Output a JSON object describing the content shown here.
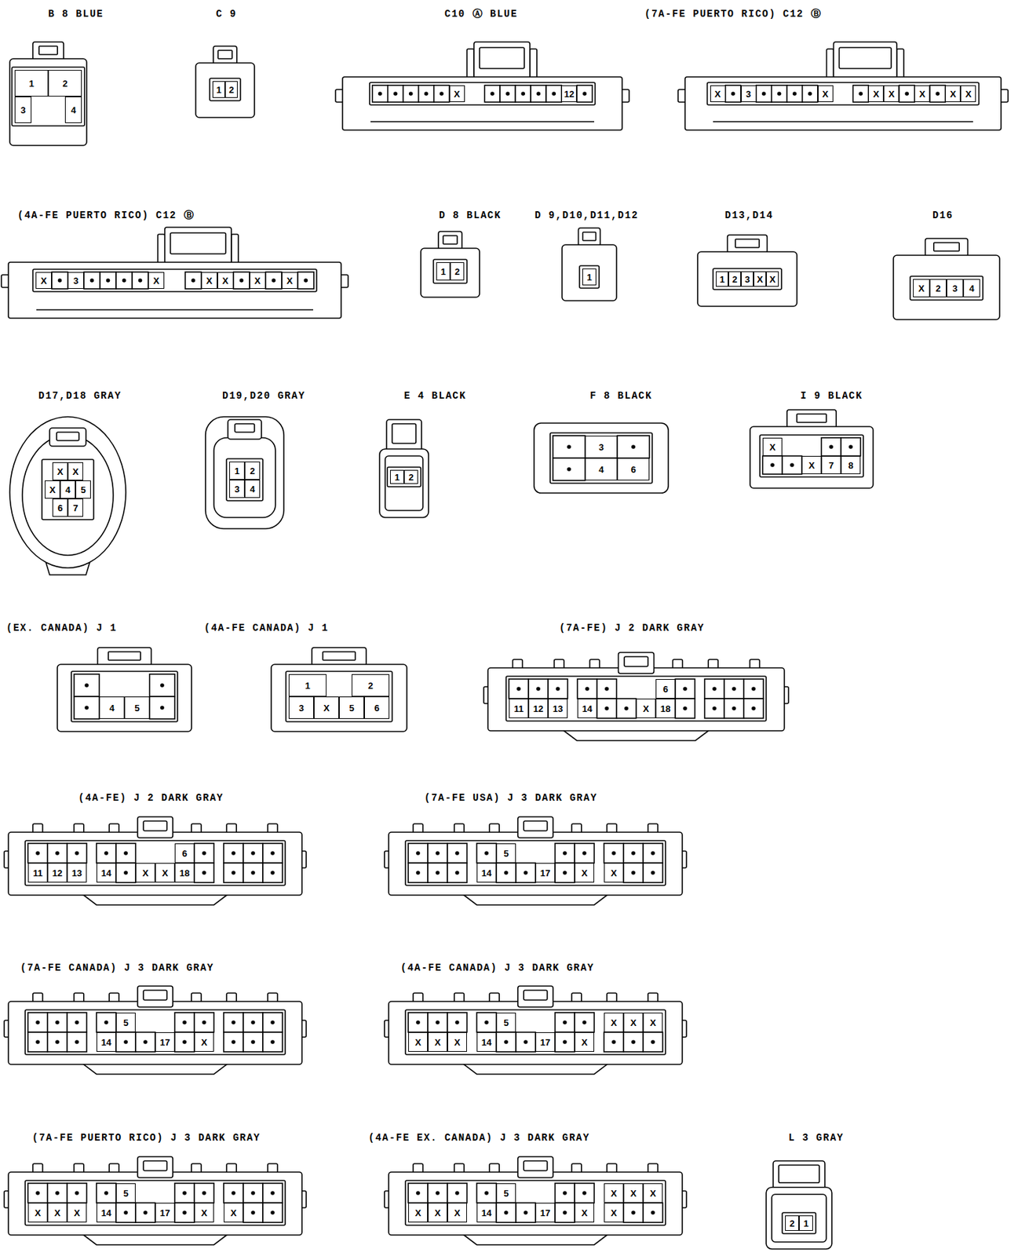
{
  "diagram": {
    "nodes": [
      {
        "text": [
          "B 8 BLUE"
        ]
      },
      {
        "text": [
          "1"
        ],
        "in": 0
      },
      {
        "text": [
          "2"
        ],
        "in": 0
      },
      {
        "text": [
          "3"
        ],
        "in": 0
      },
      {
        "text": [
          "4"
        ],
        "in": 0
      },
      {
        "text": [
          "C 9"
        ]
      },
      {
        "text": [
          "1"
        ],
        "in": 5
      },
      {
        "text": [
          "2"
        ],
        "in": 5
      },
      {
        "text": [
          "C10 Ⓐ BLUE"
        ]
      },
      {
        "text": [
          "X"
        ],
        "in": 8
      },
      {
        "text": [
          "12"
        ],
        "in": 8
      },
      {
        "text": [
          "(7A-FE PUERTO RICO) C12 Ⓑ"
        ]
      },
      {
        "text": [
          "X"
        ],
        "in": 11
      },
      {
        "text": [
          "3"
        ],
        "in": 11
      },
      {
        "text": [
          "X"
        ],
        "in": 11
      },
      {
        "text": [
          "X"
        ],
        "in": 11
      },
      {
        "text": [
          "X"
        ],
        "in": 11
      },
      {
        "text": [
          "X"
        ],
        "in": 11
      },
      {
        "text": [
          "X"
        ],
        "in": 11
      },
      {
        "text": [
          "X"
        ],
        "in": 11
      },
      {
        "text": [
          "(4A-FE PUERTO RICO) C12 Ⓑ"
        ]
      },
      {
        "text": [
          "X"
        ],
        "in": 20
      },
      {
        "text": [
          "3"
        ],
        "in": 20
      },
      {
        "text": [
          "X"
        ],
        "in": 20
      },
      {
        "text": [
          "X"
        ],
        "in": 20
      },
      {
        "text": [
          "X"
        ],
        "in": 20
      },
      {
        "text": [
          "X"
        ],
        "in": 20
      },
      {
        "text": [
          "X"
        ],
        "in": 20
      },
      {
        "text": [
          "D 8 BLACK"
        ]
      },
      {
        "text": [
          "1"
        ],
        "in": 28
      },
      {
        "text": [
          "2"
        ],
        "in": 28
      },
      {
        "text": [
          "D 9,D10,D11,D12"
        ]
      },
      {
        "text": [
          "1"
        ],
        "in": 31
      },
      {
        "text": [
          "D13,D14"
        ]
      },
      {
        "text": [
          "1"
        ],
        "in": 33
      },
      {
        "text": [
          "2"
        ],
        "in": 33
      },
      {
        "text": [
          "3"
        ],
        "in": 33
      },
      {
        "text": [
          "X"
        ],
        "in": 33
      },
      {
        "text": [
          "X"
        ],
        "in": 33
      },
      {
        "text": [
          "D16"
        ]
      },
      {
        "text": [
          "X"
        ],
        "in": 39
      },
      {
        "text": [
          "2"
        ],
        "in": 39
      },
      {
        "text": [
          "3"
        ],
        "in": 39
      },
      {
        "text": [
          "4"
        ],
        "in": 39
      },
      {
        "text": [
          "D17,D18 GRAY"
        ]
      },
      {
        "text": [
          "X"
        ],
        "in": 44
      },
      {
        "text": [
          "X"
        ],
        "in": 44
      },
      {
        "text": [
          "X"
        ],
        "in": 44
      },
      {
        "text": [
          "4"
        ],
        "in": 44
      },
      {
        "text": [
          "5"
        ],
        "in": 44
      },
      {
        "text": [
          "6"
        ],
        "in": 44
      },
      {
        "text": [
          "7"
        ],
        "in": 44
      },
      {
        "text": [
          "D19,D20 GRAY"
        ]
      },
      {
        "text": [
          "1"
        ],
        "in": 52
      },
      {
        "text": [
          "2"
        ],
        "in": 52
      },
      {
        "text": [
          "3"
        ],
        "in": 52
      },
      {
        "text": [
          "4"
        ],
        "in": 52
      },
      {
        "text": [
          "E 4 BLACK"
        ]
      },
      {
        "text": [
          "1"
        ],
        "in": 57
      },
      {
        "text": [
          "2"
        ],
        "in": 57
      },
      {
        "text": [
          "F 8 BLACK"
        ]
      },
      {
        "text": [
          "3"
        ],
        "in": 60
      },
      {
        "text": [
          "4"
        ],
        "in": 60
      },
      {
        "text": [
          "6"
        ],
        "in": 60
      },
      {
        "text": [
          "I 9 BLACK"
        ]
      },
      {
        "text": [
          "X"
        ],
        "in": 64
      },
      {
        "text": [
          "X"
        ],
        "in": 64
      },
      {
        "text": [
          "7"
        ],
        "in": 64
      },
      {
        "text": [
          "8"
        ],
        "in": 64
      },
      {
        "text": [
          "(EX. CANADA) J 1"
        ]
      },
      {
        "text": [
          "4"
        ],
        "in": 69
      },
      {
        "text": [
          "5"
        ],
        "in": 69
      },
      {
        "text": [
          "(4A-FE CANADA) J 1"
        ]
      },
      {
        "text": [
          "1"
        ],
        "in": 72
      },
      {
        "text": [
          "2"
        ],
        "in": 72
      },
      {
        "text": [
          "3"
        ],
        "in": 72
      },
      {
        "text": [
          "X"
        ],
        "in": 72
      },
      {
        "text": [
          "5"
        ],
        "in": 72
      },
      {
        "text": [
          "6"
        ],
        "in": 72
      },
      {
        "text": [
          "(7A-FE) J 2 DARK GRAY"
        ]
      },
      {
        "text": [
          "6"
        ],
        "in": 79
      },
      {
        "text": [
          "11"
        ],
        "in": 79
      },
      {
        "text": [
          "12"
        ],
        "in": 79
      },
      {
        "text": [
          "13"
        ],
        "in": 79
      },
      {
        "text": [
          "14"
        ],
        "in": 79
      },
      {
        "text": [
          "X"
        ],
        "in": 79
      },
      {
        "text": [
          "18"
        ],
        "in": 79
      },
      {
        "text": [
          "(4A-FE) J 2 DARK GRAY"
        ]
      },
      {
        "text": [
          "6"
        ],
        "in": 87
      },
      {
        "text": [
          "11"
        ],
        "in": 87
      },
      {
        "text": [
          "12"
        ],
        "in": 87
      },
      {
        "text": [
          "13"
        ],
        "in": 87
      },
      {
        "text": [
          "14"
        ],
        "in": 87
      },
      {
        "text": [
          "X"
        ],
        "in": 87
      },
      {
        "text": [
          "X"
        ],
        "in": 87
      },
      {
        "text": [
          "18"
        ],
        "in": 87
      },
      {
        "text": [
          "(7A-FE USA) J 3 DARK GRAY"
        ]
      },
      {
        "text": [
          "5"
        ],
        "in": 96
      },
      {
        "text": [
          "14"
        ],
        "in": 96
      },
      {
        "text": [
          "17"
        ],
        "in": 96
      },
      {
        "text": [
          "X"
        ],
        "in": 96
      },
      {
        "text": [
          "X"
        ],
        "in": 96
      },
      {
        "text": [
          "(7A-FE CANADA) J 3 DARK GRAY"
        ]
      },
      {
        "text": [
          "5"
        ],
        "in": 102
      },
      {
        "text": [
          "14"
        ],
        "in": 102
      },
      {
        "text": [
          "17"
        ],
        "in": 102
      },
      {
        "text": [
          "X"
        ],
        "in": 102
      },
      {
        "text": [
          "(4A-FE CANADA) J 3 DARK GRAY"
        ]
      },
      {
        "text": [
          "5"
        ],
        "in": 107
      },
      {
        "text": [
          "X"
        ],
        "in": 107
      },
      {
        "text": [
          "X"
        ],
        "in": 107
      },
      {
        "text": [
          "X"
        ],
        "in": 107
      },
      {
        "text": [
          "X"
        ],
        "in": 107
      },
      {
        "text": [
          "X"
        ],
        "in": 107
      },
      {
        "text": [
          "X"
        ],
        "in": 107
      },
      {
        "text": [
          "14"
        ],
        "in": 107
      },
      {
        "text": [
          "17"
        ],
        "in": 107
      },
      {
        "text": [
          "X"
        ],
        "in": 107
      },
      {
        "text": [
          "(7A-FE PUERTO RICO) J 3 DARK GRAY"
        ]
      },
      {
        "text": [
          "5"
        ],
        "in": 118
      },
      {
        "text": [
          "X"
        ],
        "in": 118
      },
      {
        "text": [
          "X"
        ],
        "in": 118
      },
      {
        "text": [
          "X"
        ],
        "in": 118
      },
      {
        "text": [
          "14"
        ],
        "in": 118
      },
      {
        "text": [
          "17"
        ],
        "in": 118
      },
      {
        "text": [
          "X"
        ],
        "in": 118
      },
      {
        "text": [
          "X"
        ],
        "in": 118
      },
      {
        "text": [
          "(4A-FE EX. CANADA) J 3 DARK GRAY"
        ]
      },
      {
        "text": [
          "5"
        ],
        "in": 127
      },
      {
        "text": [
          "X"
        ],
        "in": 127
      },
      {
        "text": [
          "X"
        ],
        "in": 127
      },
      {
        "text": [
          "X"
        ],
        "in": 127
      },
      {
        "text": [
          "X"
        ],
        "in": 127
      },
      {
        "text": [
          "X"
        ],
        "in": 127
      },
      {
        "text": [
          "X"
        ],
        "in": 127
      },
      {
        "text": [
          "14"
        ],
        "in": 127
      },
      {
        "text": [
          "17"
        ],
        "in": 127
      },
      {
        "text": [
          "X"
        ],
        "in": 127
      },
      {
        "text": [
          "X"
        ],
        "in": 127
      },
      {
        "text": [
          "L 3 GRAY"
        ]
      },
      {
        "text": [
          "2"
        ],
        "in": 139
      },
      {
        "text": [
          "1"
        ],
        "in": 139
      }
    ]
  }
}
